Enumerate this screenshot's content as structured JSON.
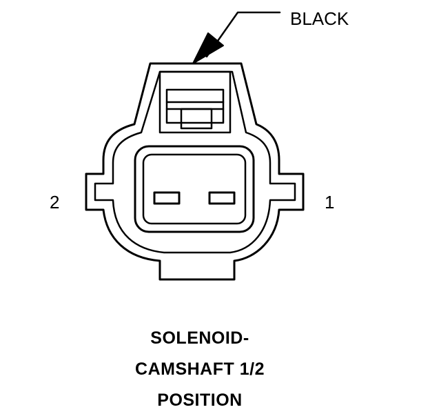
{
  "connector": {
    "color_callout": "BLACK",
    "pin_left": "2",
    "pin_right": "1"
  },
  "caption": {
    "line1": "SOLENOID-",
    "line2": "CAMSHAFT 1/2",
    "line3": "POSITION"
  }
}
